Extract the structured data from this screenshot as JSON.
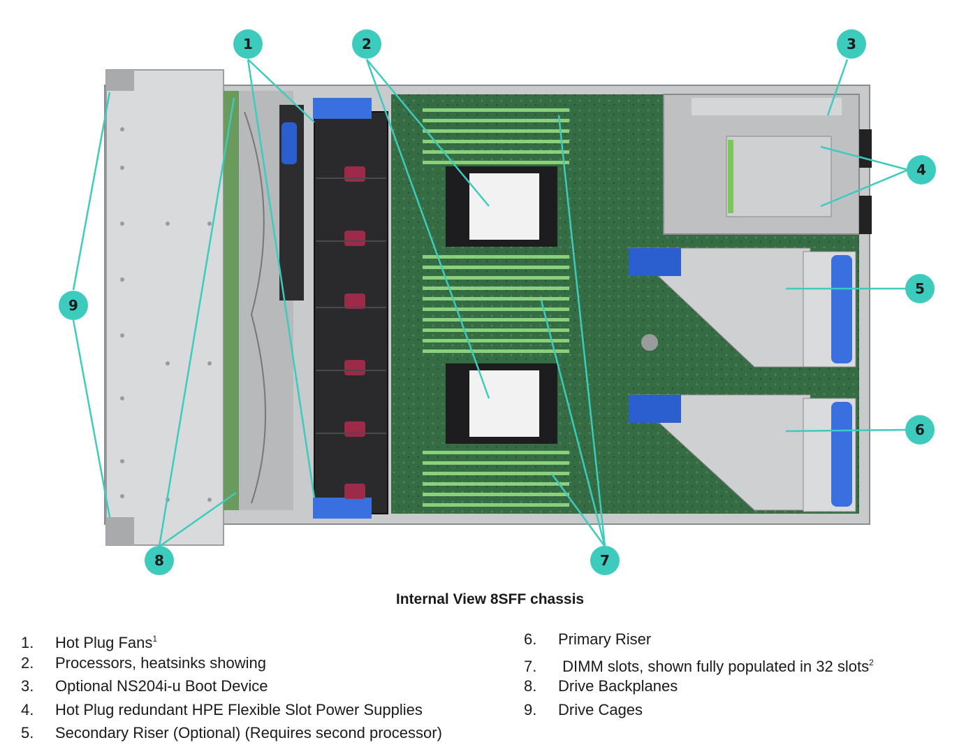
{
  "caption": "Internal View 8SFF chassis",
  "accent_color": "#3dcbbd",
  "callouts": [
    "1",
    "2",
    "3",
    "4",
    "5",
    "6",
    "7",
    "8",
    "9"
  ],
  "legend_left": [
    {
      "num": "1.",
      "text": "Hot Plug Fans",
      "sup": "1"
    },
    {
      "num": "2.",
      "text": "Processors, heatsinks showing",
      "sup": ""
    },
    {
      "num": "3.",
      "text": "Optional NS204i-u Boot Device",
      "sup": ""
    },
    {
      "num": "4.",
      "text": "Hot Plug redundant HPE Flexible Slot Power Supplies",
      "sup": ""
    },
    {
      "num": "5.",
      "text": "Secondary Riser (Optional) (Requires second processor)",
      "sup": ""
    }
  ],
  "legend_right": [
    {
      "num": "6.",
      "text": "Primary Riser",
      "sup": ""
    },
    {
      "num": "7.",
      "text": " DIMM slots, shown fully populated in 32 slots",
      "sup": "2"
    },
    {
      "num": "8.",
      "text": "Drive Backplanes",
      "sup": ""
    },
    {
      "num": "9.",
      "text": "Drive Cages",
      "sup": ""
    }
  ]
}
